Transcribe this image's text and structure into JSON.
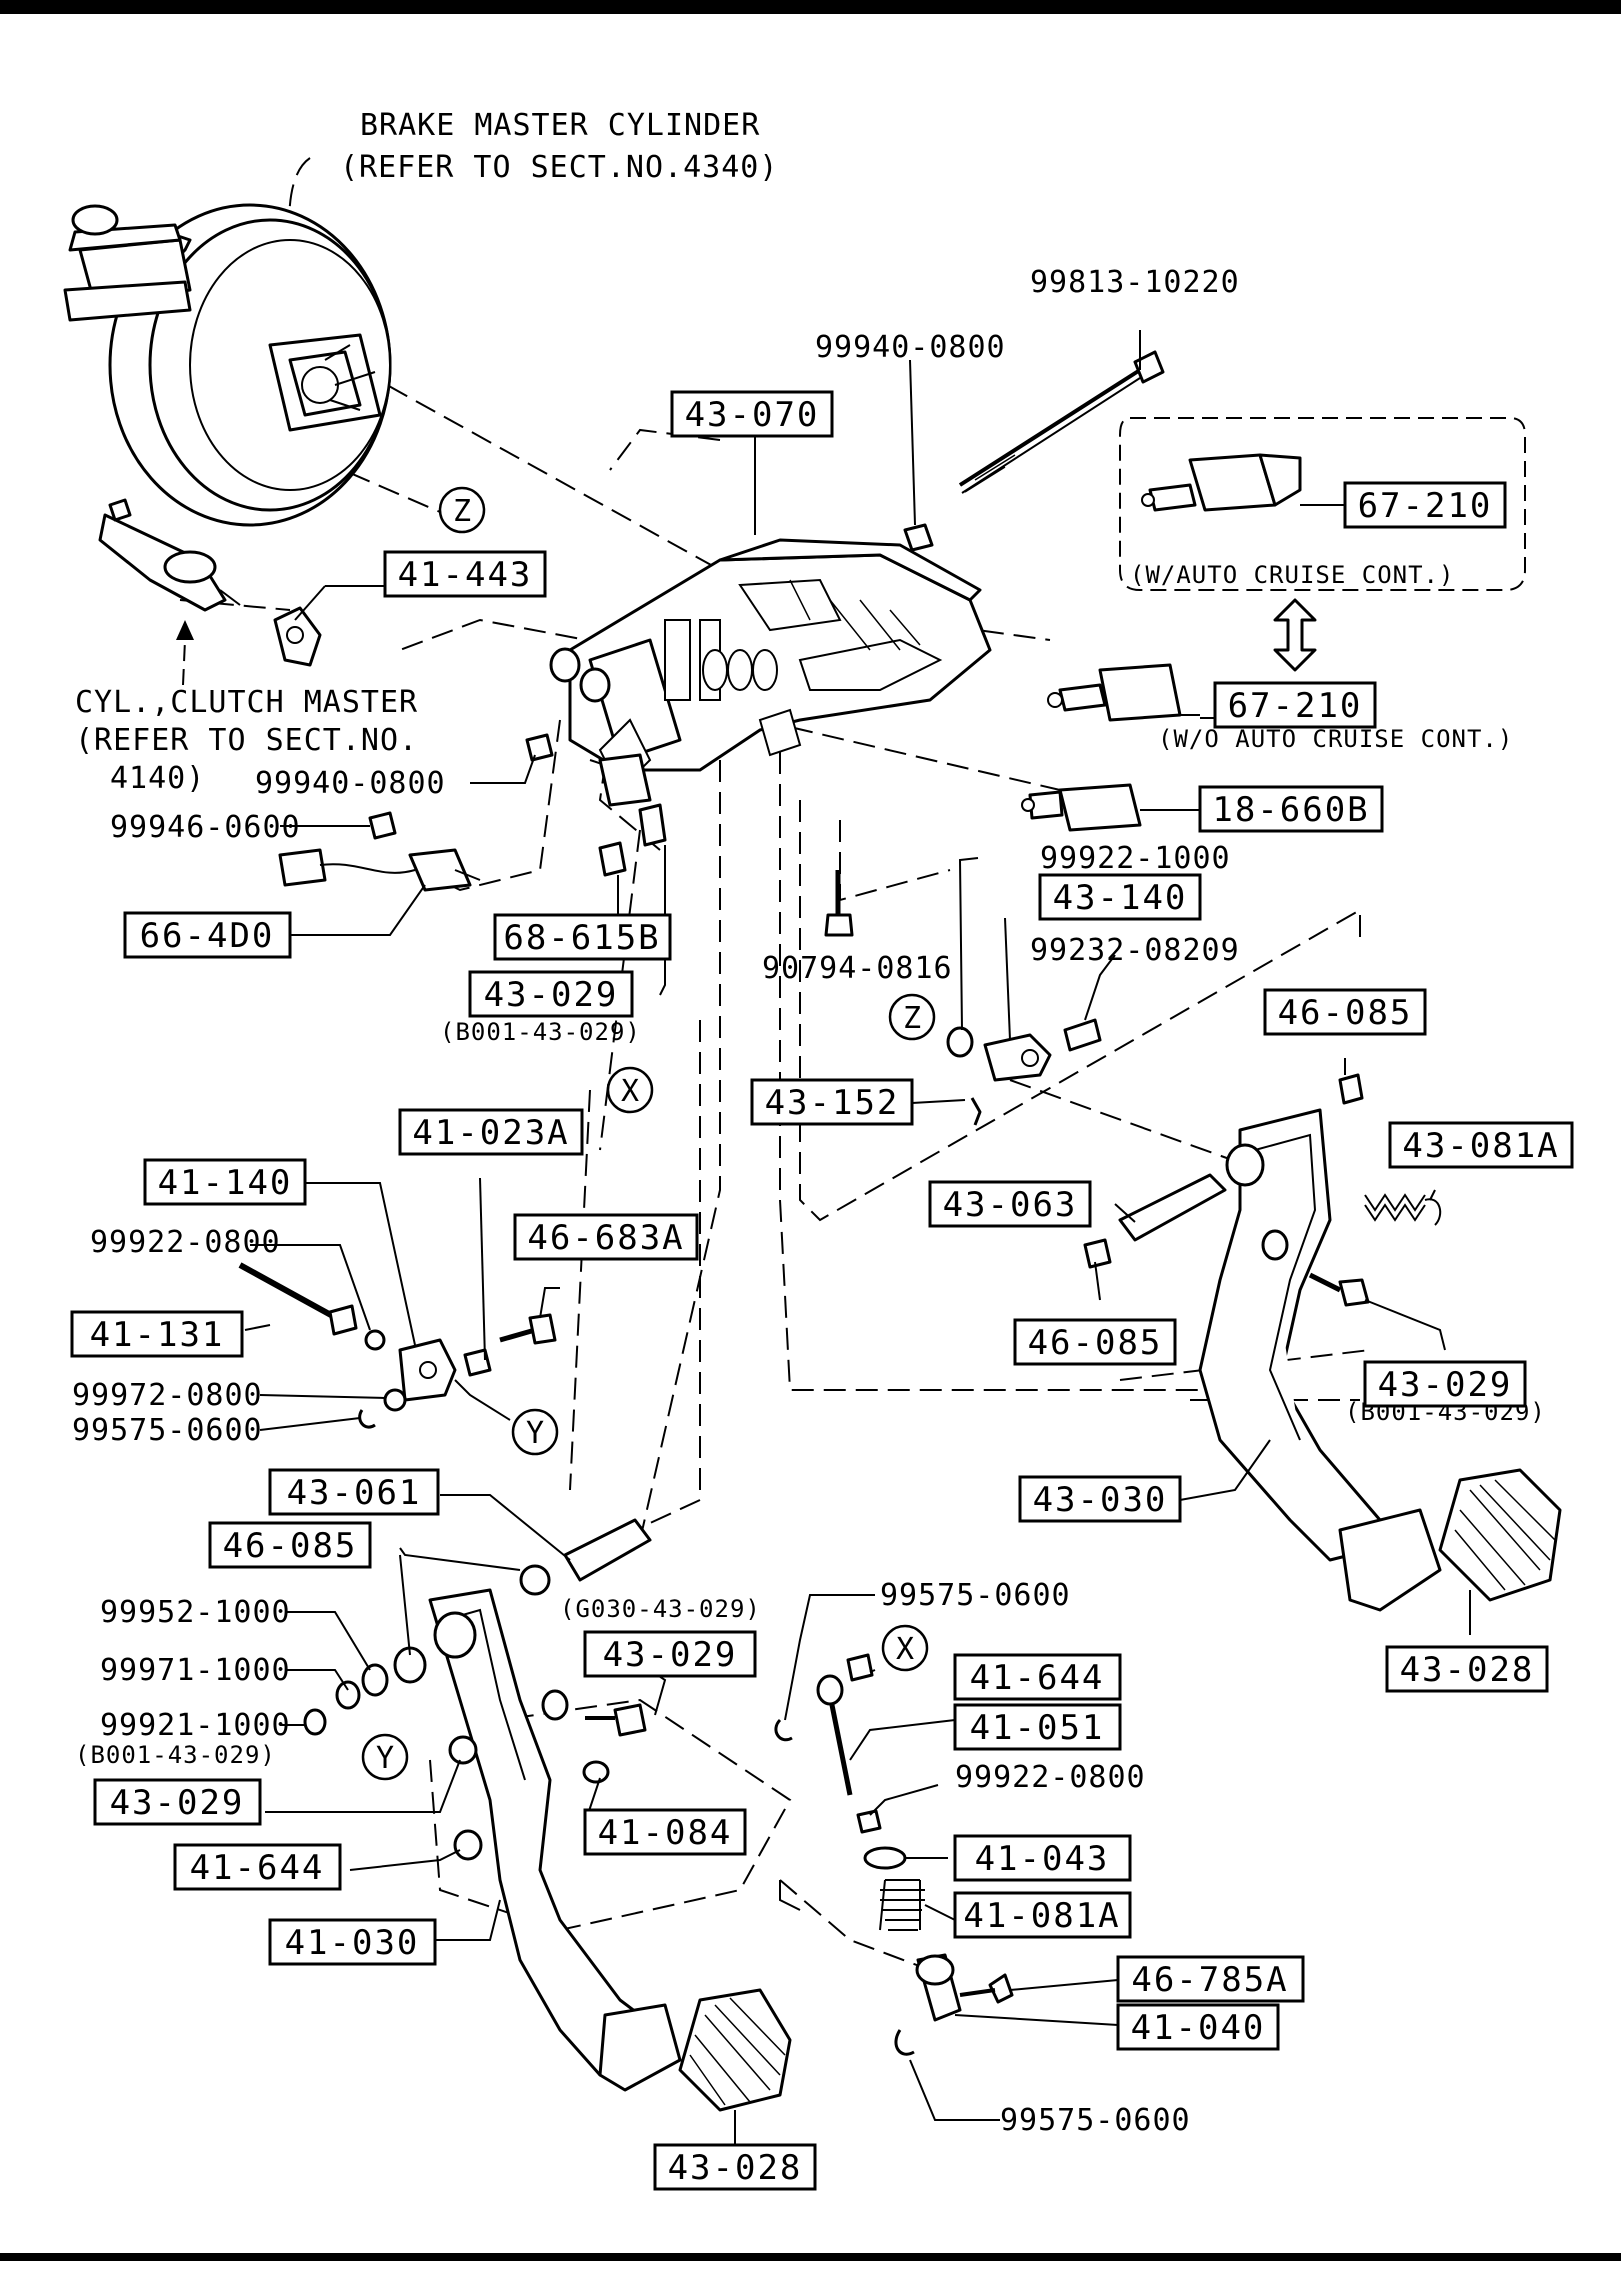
{
  "labels": {
    "brake_master_title": "BRAKE MASTER CYLINDER",
    "brake_master_ref": "(REFER TO SECT.NO.4340)",
    "clutch_master_title": "CYL.,CLUTCH MASTER",
    "clutch_master_ref1": "(REFER TO SECT.NO.",
    "clutch_master_ref2": "4140)",
    "w_auto_cruise": "(W/AUTO CRUISE CONT.)",
    "wo_auto_cruise": "(W/O AUTO CRUISE CONT.)",
    "g030": "(G030-43-029)",
    "b001_a": "(B001-43-029)",
    "b001_b": "(B001-43-029)",
    "b001_c": "(B001-43-029)"
  },
  "ref_markers": {
    "z": "Z",
    "x": "X",
    "y": "Y"
  },
  "boxed_parts": {
    "p43_070": "43-070",
    "p41_443": "41-443",
    "p67_210_a": "67-210",
    "p67_210_b": "67-210",
    "p18_660b": "18-660B",
    "p66_4d0": "66-4D0",
    "p68_615b": "68-615B",
    "p43_029_a": "43-029",
    "p43_140": "43-140",
    "p46_085_a": "46-085",
    "p43_152": "43-152",
    "p43_081a": "43-081A",
    "p43_063": "43-063",
    "p46_085_b": "46-085",
    "p43_029_b": "43-029",
    "p43_030": "43-030",
    "p43_028_a": "43-028",
    "p41_023a": "41-023A",
    "p41_140": "41-140",
    "p46_683a": "46-683A",
    "p41_131": "41-131",
    "p43_061": "43-061",
    "p46_085_c": "46-085",
    "p43_029_c": "43-029",
    "p43_029_d": "43-029",
    "p41_644_a": "41-644",
    "p41_051": "41-051",
    "p41_084": "41-084",
    "p41_644_b": "41-644",
    "p41_043": "41-043",
    "p41_081a": "41-081A",
    "p41_030": "41-030",
    "p46_785a": "46-785A",
    "p41_040": "41-040",
    "p43_028_b": "43-028"
  },
  "plain_parts": {
    "n99813_10220": "99813-10220",
    "n99940_0800_a": "99940-0800",
    "n99940_0800_b": "99940-0800",
    "n99946_0600": "99946-0600",
    "n99922_1000": "99922-1000",
    "n90794_0816": "90794-0816",
    "n99232_08209": "99232-08209",
    "n99922_0800_a": "99922-0800",
    "n99972_0800": "99972-0800",
    "n99575_0600_a": "99575-0600",
    "n99952_1000": "99952-1000",
    "n99971_1000": "99971-1000",
    "n99921_1000": "99921-1000",
    "n99575_0600_b": "99575-0600",
    "n99922_0800_b": "99922-0800",
    "n99575_0600_c": "99575-0600"
  }
}
